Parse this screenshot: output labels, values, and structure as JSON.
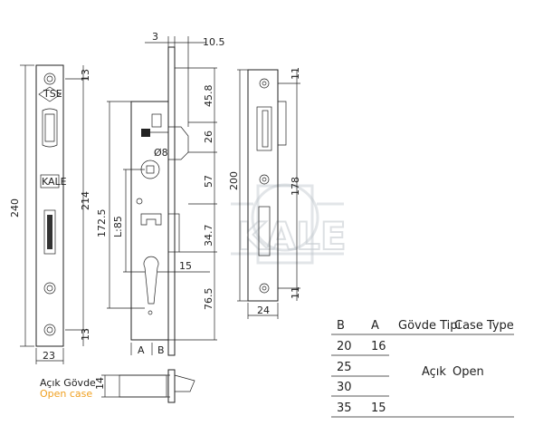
{
  "front_view": {
    "dim_total_height": "240",
    "dim_inner_height": "214",
    "dim_top": "13",
    "dim_bottom": "13",
    "dim_width": "23",
    "logo_top": "TSE",
    "logo_mid": "KALE"
  },
  "side_view": {
    "dim_left_top": "3",
    "dim_right_top": "10.5",
    "dim_45_8": "45.8",
    "dim_26": "26",
    "dim_diameter": "Ø8",
    "dim_57": "57",
    "dim_172_5": "172.5",
    "dim_L85": "L:85",
    "dim_34_7": "34.7",
    "dim_15": "15",
    "dim_76_5": "76.5",
    "label_a": "A",
    "label_b": "B"
  },
  "strike_plate": {
    "dim_200": "200",
    "dim_178": "178",
    "dim_11_top": "11",
    "dim_11_bottom": "11",
    "dim_24": "24"
  },
  "case_view": {
    "label_tr": "Açık Gövde",
    "label_en": "Open case",
    "dim_14": "14"
  },
  "watermark": {
    "text": "KALE"
  },
  "table": {
    "headers": [
      "B",
      "A",
      "Gövde Tipi"
    ],
    "header_case_type_en": "Case Type",
    "rows": [
      {
        "b": "20",
        "a": "16"
      },
      {
        "b": "25",
        "a": ""
      },
      {
        "b": "30",
        "a": ""
      },
      {
        "b": "35",
        "a": "15"
      }
    ],
    "type_tr": "Açık",
    "type_en": "Open"
  }
}
